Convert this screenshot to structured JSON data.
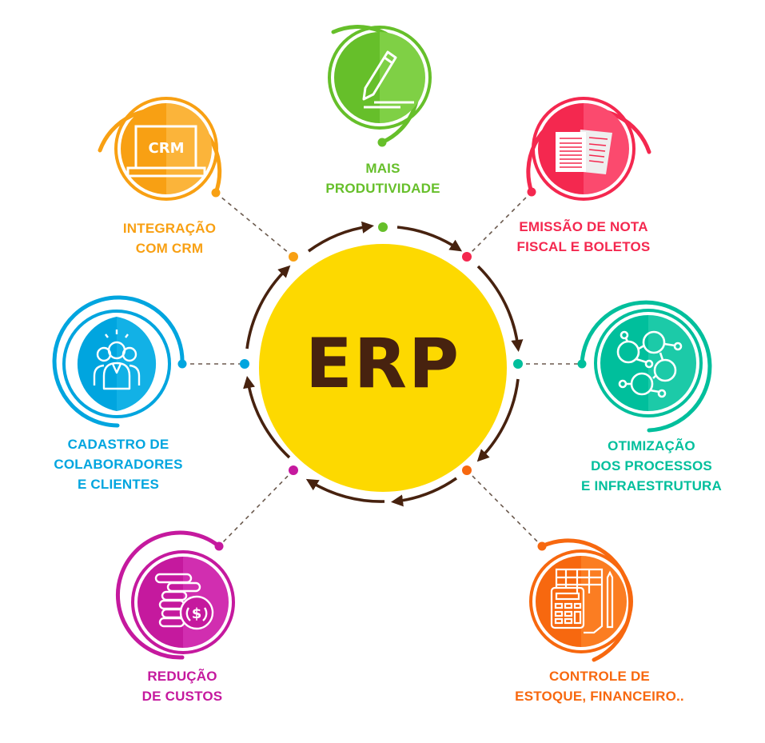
{
  "center": {
    "title": "ERP",
    "color": "#fdd900",
    "text_color": "#47220f"
  },
  "cycle_arrow_color": "#47220f",
  "connector_color": "#6b5a4e",
  "nodes": [
    {
      "id": "productivity",
      "lines": [
        "MAIS",
        "PRODUTIVIDADE"
      ],
      "color": "#66bf2a",
      "color_light": "#7fd045",
      "icon": "pencil-icon"
    },
    {
      "id": "invoices",
      "lines": [
        "EMISSÃO DE NOTA",
        "FISCAL E BOLETOS"
      ],
      "color": "#f4284f",
      "color_light": "#fb4a6e",
      "icon": "documents-icon"
    },
    {
      "id": "optimization",
      "lines": [
        "OTIMIZAÇÃO",
        "DOS PROCESSOS",
        "E INFRAESTRUTURA"
      ],
      "color": "#00bf9c",
      "color_light": "#1ccaa8",
      "icon": "network-icon"
    },
    {
      "id": "inventory",
      "lines": [
        "CONTROLE DE",
        "ESTOQUE, FINANCEIRO.."
      ],
      "color": "#f7680f",
      "color_light": "#fb7d22",
      "icon": "calculator-icon"
    },
    {
      "id": "cost",
      "lines": [
        "REDUÇÃO",
        "DE CUSTOS"
      ],
      "color": "#c5199e",
      "color_light": "#d12eb0",
      "icon": "coins-icon"
    },
    {
      "id": "registry",
      "lines": [
        "CADASTRO DE",
        "COLABORADORES",
        "E CLIENTES"
      ],
      "color": "#00a5df",
      "color_light": "#12b1e6",
      "icon": "team-icon"
    },
    {
      "id": "crm",
      "lines": [
        "INTEGRAÇÃO",
        "COM CRM"
      ],
      "color": "#f8a013",
      "color_light": "#fbb43a",
      "icon": "laptop-icon",
      "icon_text": "CRM"
    }
  ]
}
